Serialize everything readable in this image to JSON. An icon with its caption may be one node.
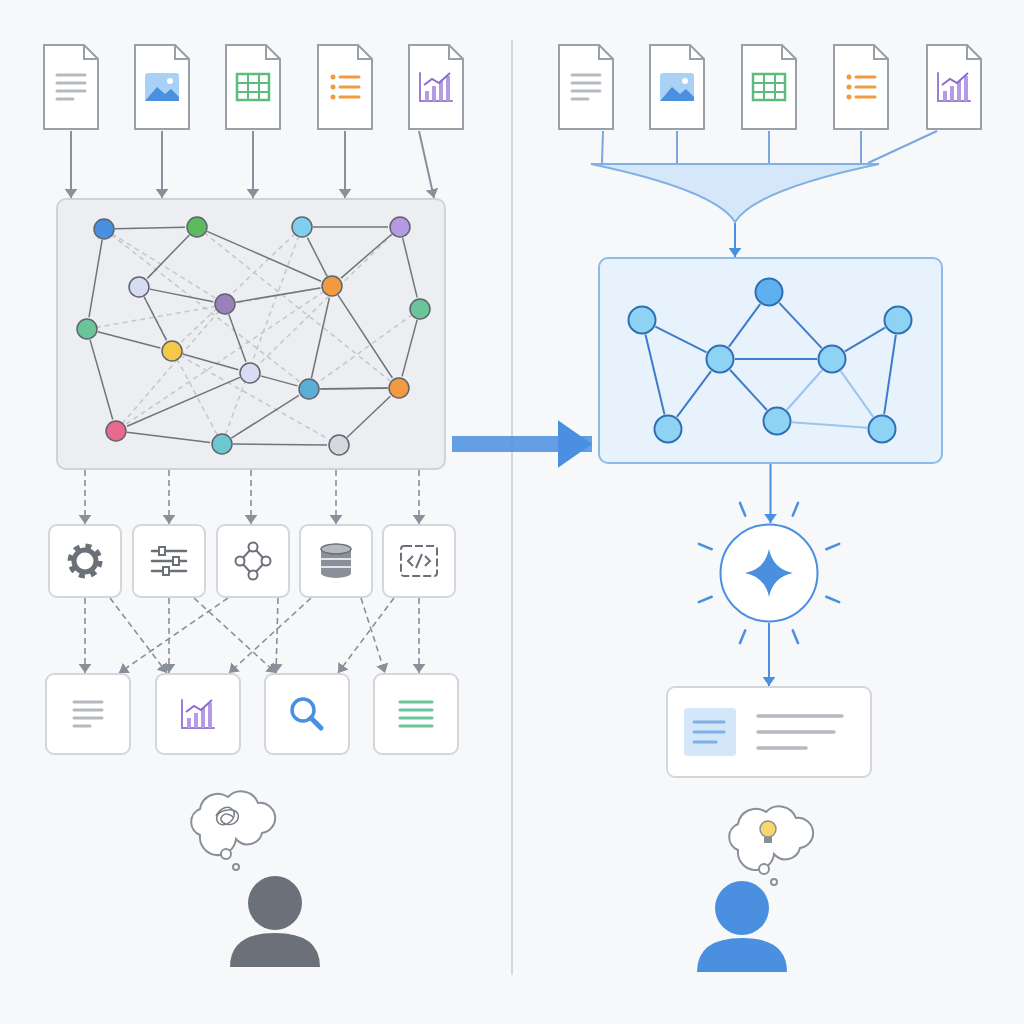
{
  "diagram": {
    "nodes": [
      {
        "text": [],
        "shape": "document"
      },
      {
        "text": [],
        "shape": "document"
      },
      {
        "text": [],
        "shape": "document"
      },
      {
        "text": [],
        "shape": "document"
      },
      {
        "text": [],
        "shape": "document"
      },
      {
        "text": [],
        "shape": "box"
      },
      {
        "text": [],
        "shape": "box"
      },
      {
        "text": [],
        "shape": "box"
      },
      {
        "text": [],
        "shape": "box"
      },
      {
        "text": [],
        "shape": "box"
      },
      {
        "text": [],
        "shape": "box"
      },
      {
        "text": [],
        "shape": "box"
      },
      {
        "text": [],
        "shape": "box"
      },
      {
        "text": [],
        "shape": "box"
      },
      {
        "text": [],
        "shape": "box"
      },
      {
        "text": [],
        "shape": "document"
      },
      {
        "text": [],
        "shape": "document"
      },
      {
        "text": [],
        "shape": "document"
      },
      {
        "text": [],
        "shape": "document"
      },
      {
        "text": [],
        "shape": "document"
      },
      {
        "text": [],
        "shape": "triangle"
      },
      {
        "text": [],
        "shape": "box"
      },
      {
        "text": [],
        "shape": "circle",
        "in": 21
      },
      {
        "text": [],
        "shape": "circle",
        "in": 21
      },
      {
        "text": [],
        "shape": "circle",
        "in": 21
      },
      {
        "text": [],
        "shape": "circle",
        "in": 21
      },
      {
        "text": [],
        "shape": "circle",
        "in": 21
      },
      {
        "text": [],
        "shape": "circle",
        "in": 21
      },
      {
        "text": [],
        "shape": "circle",
        "in": 21
      },
      {
        "text": [],
        "shape": "circle",
        "in": 21
      },
      {
        "text": [],
        "shape": "circle"
      },
      {
        "text": [],
        "shape": "box"
      }
    ],
    "edges": [
      {
        "from": 0,
        "to": 5,
        "arrow": "to",
        "color": "#8a9099"
      },
      {
        "from": 1,
        "to": 5,
        "arrow": "to",
        "color": "#8a9099"
      },
      {
        "from": 2,
        "to": 5,
        "arrow": "to",
        "color": "#8a9099"
      },
      {
        "from": 3,
        "to": 5,
        "arrow": "to",
        "color": "#8a9099"
      },
      {
        "from": 4,
        "to": 5,
        "arrow": "to",
        "color": "#8a9099"
      },
      {
        "from": 5,
        "to": 6,
        "arrow": "to",
        "style": "dashed",
        "color": "#8a9099"
      },
      {
        "from": 5,
        "to": 7,
        "arrow": "to",
        "style": "dashed",
        "color": "#8a9099"
      },
      {
        "from": 5,
        "to": 8,
        "arrow": "to",
        "style": "dashed",
        "color": "#8a9099"
      },
      {
        "from": 5,
        "to": 9,
        "arrow": "to",
        "style": "dashed",
        "color": "#8a9099"
      },
      {
        "from": 5,
        "to": 10,
        "arrow": "to",
        "style": "dashed",
        "color": "#8a9099"
      },
      {
        "from": 6,
        "to": 11,
        "arrow": "to",
        "style": "dashed",
        "color": "#8a9099"
      },
      {
        "from": 6,
        "to": 12,
        "arrow": "to",
        "style": "dashed",
        "color": "#8a9099"
      },
      {
        "from": 7,
        "to": 12,
        "arrow": "to",
        "style": "dashed",
        "color": "#8a9099"
      },
      {
        "from": 7,
        "to": 13,
        "arrow": "to",
        "style": "dashed",
        "color": "#8a9099"
      },
      {
        "from": 8,
        "to": 11,
        "arrow": "to",
        "style": "dashed",
        "color": "#8a9099"
      },
      {
        "from": 8,
        "to": 13,
        "arrow": "to",
        "style": "dashed",
        "color": "#8a9099"
      },
      {
        "from": 9,
        "to": 12,
        "arrow": "to",
        "style": "dashed",
        "color": "#8a9099"
      },
      {
        "from": 9,
        "to": 14,
        "arrow": "to",
        "style": "dashed",
        "color": "#8a9099"
      },
      {
        "from": 10,
        "to": 13,
        "arrow": "to",
        "style": "dashed",
        "color": "#8a9099"
      },
      {
        "from": 10,
        "to": 14,
        "arrow": "to",
        "style": "dashed",
        "color": "#8a9099"
      },
      {
        "from": 5,
        "to": 21,
        "arrow": "to",
        "style": "thick",
        "color": "#4a8fe0"
      },
      {
        "from": 15,
        "to": 20,
        "arrow": "none",
        "color": "#7aa7e0"
      },
      {
        "from": 16,
        "to": 20,
        "arrow": "none",
        "color": "#7aa7e0"
      },
      {
        "from": 17,
        "to": 20,
        "arrow": "none",
        "color": "#7aa7e0"
      },
      {
        "from": 18,
        "to": 20,
        "arrow": "none",
        "color": "#7aa7e0"
      },
      {
        "from": 19,
        "to": 20,
        "arrow": "none",
        "color": "#7aa7e0"
      },
      {
        "from": 20,
        "to": 21,
        "arrow": "to",
        "color": "#4a8fe0"
      },
      {
        "from": 22,
        "to": 24,
        "arrow": "none",
        "color": "#3d7cc9"
      },
      {
        "from": 22,
        "to": 27,
        "arrow": "none",
        "color": "#3d7cc9"
      },
      {
        "from": 24,
        "to": 23,
        "arrow": "none",
        "color": "#3d7cc9"
      },
      {
        "from": 23,
        "to": 25,
        "arrow": "none",
        "color": "#3d7cc9"
      },
      {
        "from": 24,
        "to": 25,
        "arrow": "none",
        "color": "#3d7cc9"
      },
      {
        "from": 24,
        "to": 27,
        "arrow": "none",
        "color": "#3d7cc9"
      },
      {
        "from": 24,
        "to": 28,
        "arrow": "none",
        "color": "#3d7cc9"
      },
      {
        "from": 25,
        "to": 28,
        "arrow": "none",
        "color": "#9cc4ee"
      },
      {
        "from": 25,
        "to": 26,
        "arrow": "none",
        "color": "#3d7cc9"
      },
      {
        "from": 26,
        "to": 29,
        "arrow": "none",
        "color": "#3d7cc9"
      },
      {
        "from": 25,
        "to": 29,
        "arrow": "none",
        "color": "#9cc4ee"
      },
      {
        "from": 28,
        "to": 29,
        "arrow": "none",
        "color": "#9cc4ee"
      },
      {
        "from": 21,
        "to": 30,
        "arrow": "to",
        "color": "#4a8fe0"
      },
      {
        "from": 30,
        "to": 31,
        "arrow": "to",
        "color": "#4a8fe0"
      }
    ]
  }
}
